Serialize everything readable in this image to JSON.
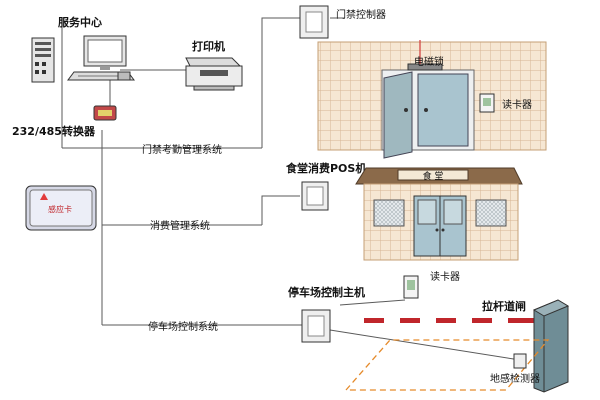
{
  "labels": {
    "service_center": "服务中心",
    "printer": "打印机",
    "converter": "232/485转换器",
    "access_system": "门禁考勤管理系统",
    "access_controller": "门禁控制器",
    "em_lock": "电磁锁",
    "card_reader_door": "读卡器",
    "canteen_pos": "食堂消费POS机",
    "canteen_sign": "食 堂",
    "consumption_system": "消费管理系统",
    "parking_host": "停车场控制主机",
    "parking_system": "停车场控制系统",
    "card_reader_parking": "读卡器",
    "barrier_gate": "拉杆道闸",
    "loop_detector": "地感检测器",
    "ic_card": "感应卡"
  },
  "colors": {
    "line": "#5a5a5a",
    "tile_bg": "#f6e7d3",
    "tile_grid": "#d7b694",
    "glass": "#a9c4cf",
    "roof": "#8b6a4a",
    "gate_box": "#6f8d96",
    "barrier_red": "#c0262b",
    "loop_orange": "#e58a2a",
    "em_line": "#d23b3b"
  }
}
